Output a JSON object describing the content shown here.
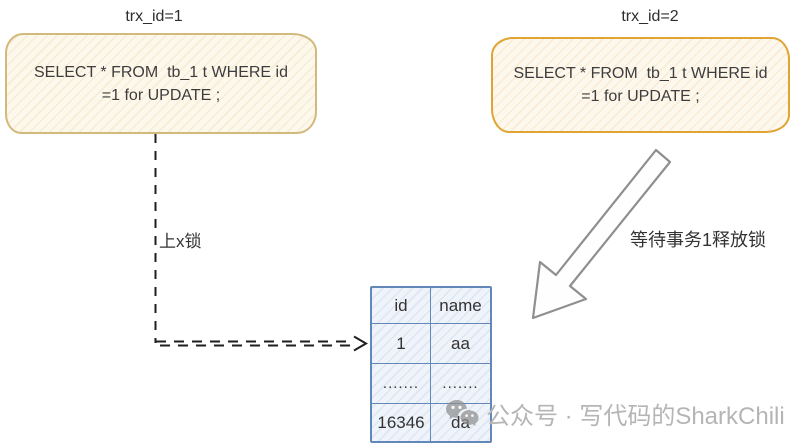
{
  "transactions": [
    {
      "title": "trx_id=1",
      "sql_line1": "SELECT * FROM  tb_1 t WHERE id",
      "sql_line2": "=1 for UPDATE ;"
    },
    {
      "title": "trx_id=2",
      "sql_line1": "SELECT * FROM  tb_1 t WHERE id",
      "sql_line2": "=1 for UPDATE ;"
    }
  ],
  "labels": {
    "lock": "上x锁",
    "wait": "等待事务1释放锁"
  },
  "table": {
    "headers": [
      "id",
      "name"
    ],
    "rows": [
      [
        "1",
        "aa"
      ],
      [
        ".......",
        "......."
      ],
      [
        "16346",
        "da"
      ]
    ]
  },
  "watermark": {
    "icon": "wechat-icon",
    "text": "公众号 · 写代码的SharkChili"
  },
  "colors": {
    "box1_border": "#d2b97c",
    "box2_border": "#dfa433",
    "box_fill": "#fdf8ec",
    "table_border": "#6288ba",
    "table_fill": "#eff3fa",
    "dash_line": "#1f1f1f",
    "wait_arrow_outline": "#8f8f8f",
    "watermark_text": "#b5b5b5",
    "sql_text": "#3d3d3d"
  }
}
